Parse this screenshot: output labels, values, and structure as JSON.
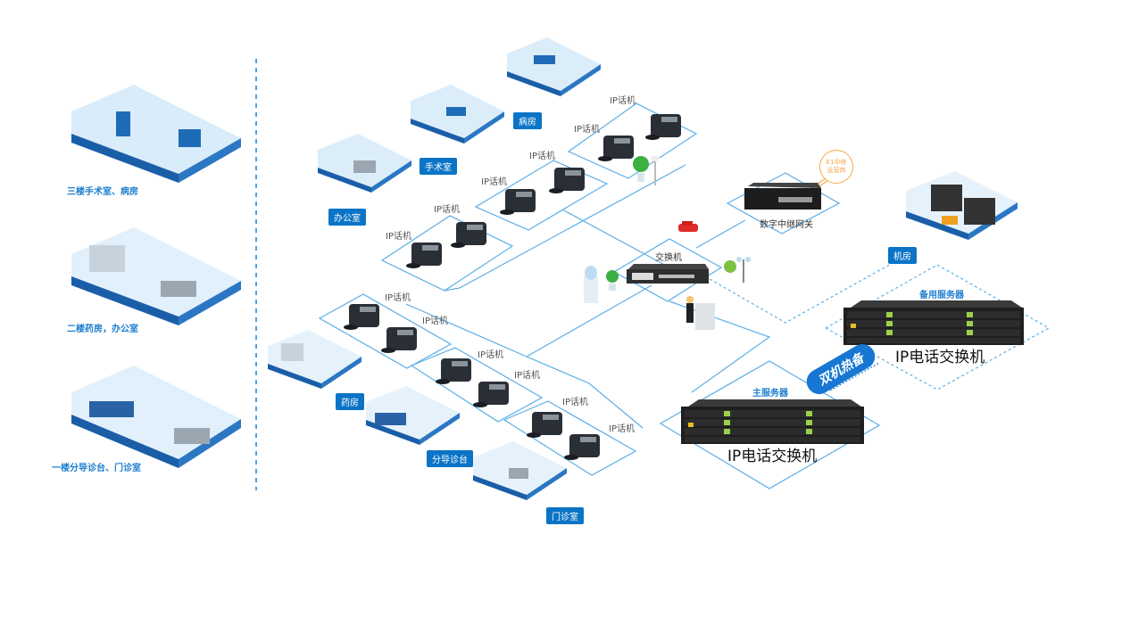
{
  "floors": [
    {
      "label": "三楼手术室、病房"
    },
    {
      "label": "二楼药房，办公室"
    },
    {
      "label": "一楼分导诊台、门诊室"
    }
  ],
  "rooms": {
    "ward": "病房",
    "surgery": "手术室",
    "office": "办公室",
    "pharmacy": "药房",
    "triage": "分导诊台",
    "clinic": "门诊室",
    "server_room": "机房"
  },
  "phone_label": "IP话机",
  "phone_labels": [
    "IP话机",
    "IP话机",
    "IP话机",
    "IP话机",
    "IP话机",
    "IP话机",
    "IP话机",
    "IP话机",
    "IP话机",
    "IP话机",
    "IP话机",
    "IP话机"
  ],
  "devices": {
    "switch": "交换机",
    "gateway": "数字中继网关",
    "e1_line1": "E1中继",
    "e1_line2": "运营商"
  },
  "servers": {
    "main_title": "主服务器",
    "backup_title": "备用服务器",
    "main_label": "IP电话交换机",
    "backup_label": "IP电话交换机",
    "hot_standby": "双机热备"
  },
  "colors": {
    "line_blue": "#5aaee8",
    "badge_blue": "#0b74c6",
    "label_blue": "#1e7fd0",
    "e1_orange": "#f5a94a"
  }
}
